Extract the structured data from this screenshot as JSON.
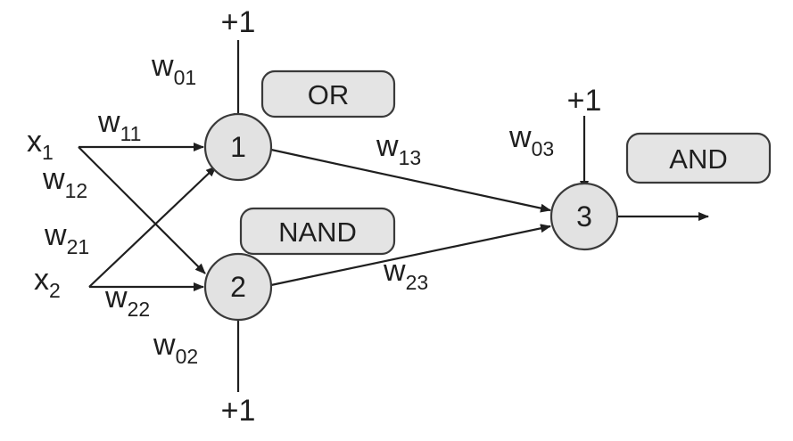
{
  "inputs": {
    "x1": {
      "base": "x",
      "sub": "1"
    },
    "x2": {
      "base": "x",
      "sub": "2"
    }
  },
  "bias": {
    "top1": "+1",
    "bottom2": "+1",
    "top3": "+1"
  },
  "nodes": {
    "n1": "1",
    "n2": "2",
    "n3": "3"
  },
  "gates": {
    "or": "OR",
    "nand": "NAND",
    "and": "AND"
  },
  "weights": {
    "w01": {
      "base": "w",
      "sub": "01"
    },
    "w11": {
      "base": "w",
      "sub": "11"
    },
    "w12": {
      "base": "w",
      "sub": "12"
    },
    "w21": {
      "base": "w",
      "sub": "21"
    },
    "w22": {
      "base": "w",
      "sub": "22"
    },
    "w02": {
      "base": "w",
      "sub": "02"
    },
    "w13": {
      "base": "w",
      "sub": "13"
    },
    "w23": {
      "base": "w",
      "sub": "23"
    },
    "w03": {
      "base": "w",
      "sub": "03"
    }
  }
}
